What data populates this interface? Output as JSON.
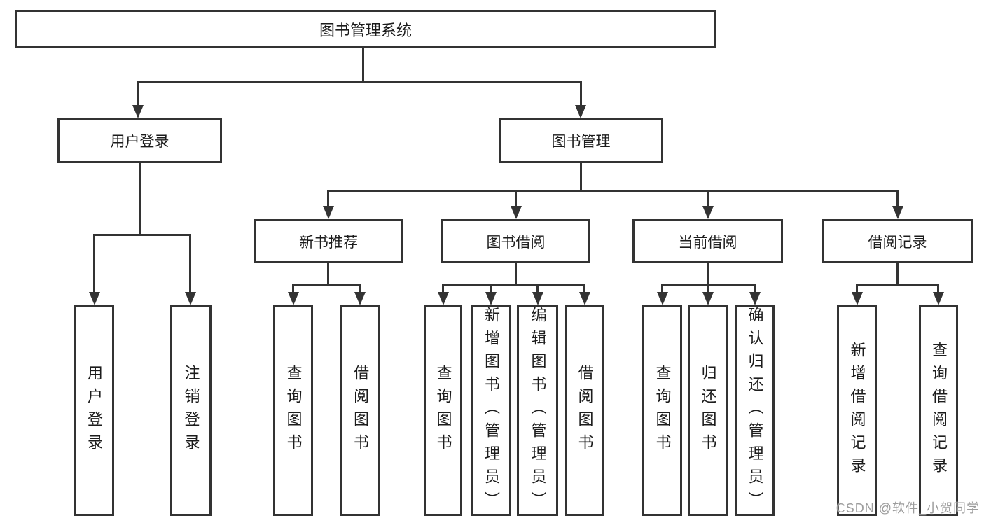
{
  "nodes": {
    "root": "图书管理系统",
    "user_login": "用户登录",
    "book_mgmt": "图书管理",
    "new_book_rec": "新书推荐",
    "book_borrow": "图书借阅",
    "current_borrow": "当前借阅",
    "borrow_record": "借阅记录",
    "leaf_user_login": "用户登录",
    "leaf_logout_login": "注销登录",
    "leaf_query_book_nb": "查询图书",
    "leaf_borrow_book_nb": "借阅图书",
    "leaf_query_book_bb": "查询图书",
    "leaf_add_book_admin": "新增图书（管理员）",
    "leaf_edit_book_admin": "编辑图书（管理员）",
    "leaf_borrow_book_bb": "借阅图书",
    "leaf_query_book_cb": "查询图书",
    "leaf_return_book": "归还图书",
    "leaf_confirm_return_admin": "确认归还（管理员）",
    "leaf_add_borrow_record": "新增借阅记录",
    "leaf_query_borrow_record": "查询借阅记录"
  },
  "watermark": "CSDN @软件_小贺同学",
  "colors": {
    "line": "#333333",
    "box_border": "#333333",
    "box_bg": "#ffffff",
    "text": "#1c1c1c",
    "watermark": "#9c9c9c",
    "background": "#ffffff"
  }
}
